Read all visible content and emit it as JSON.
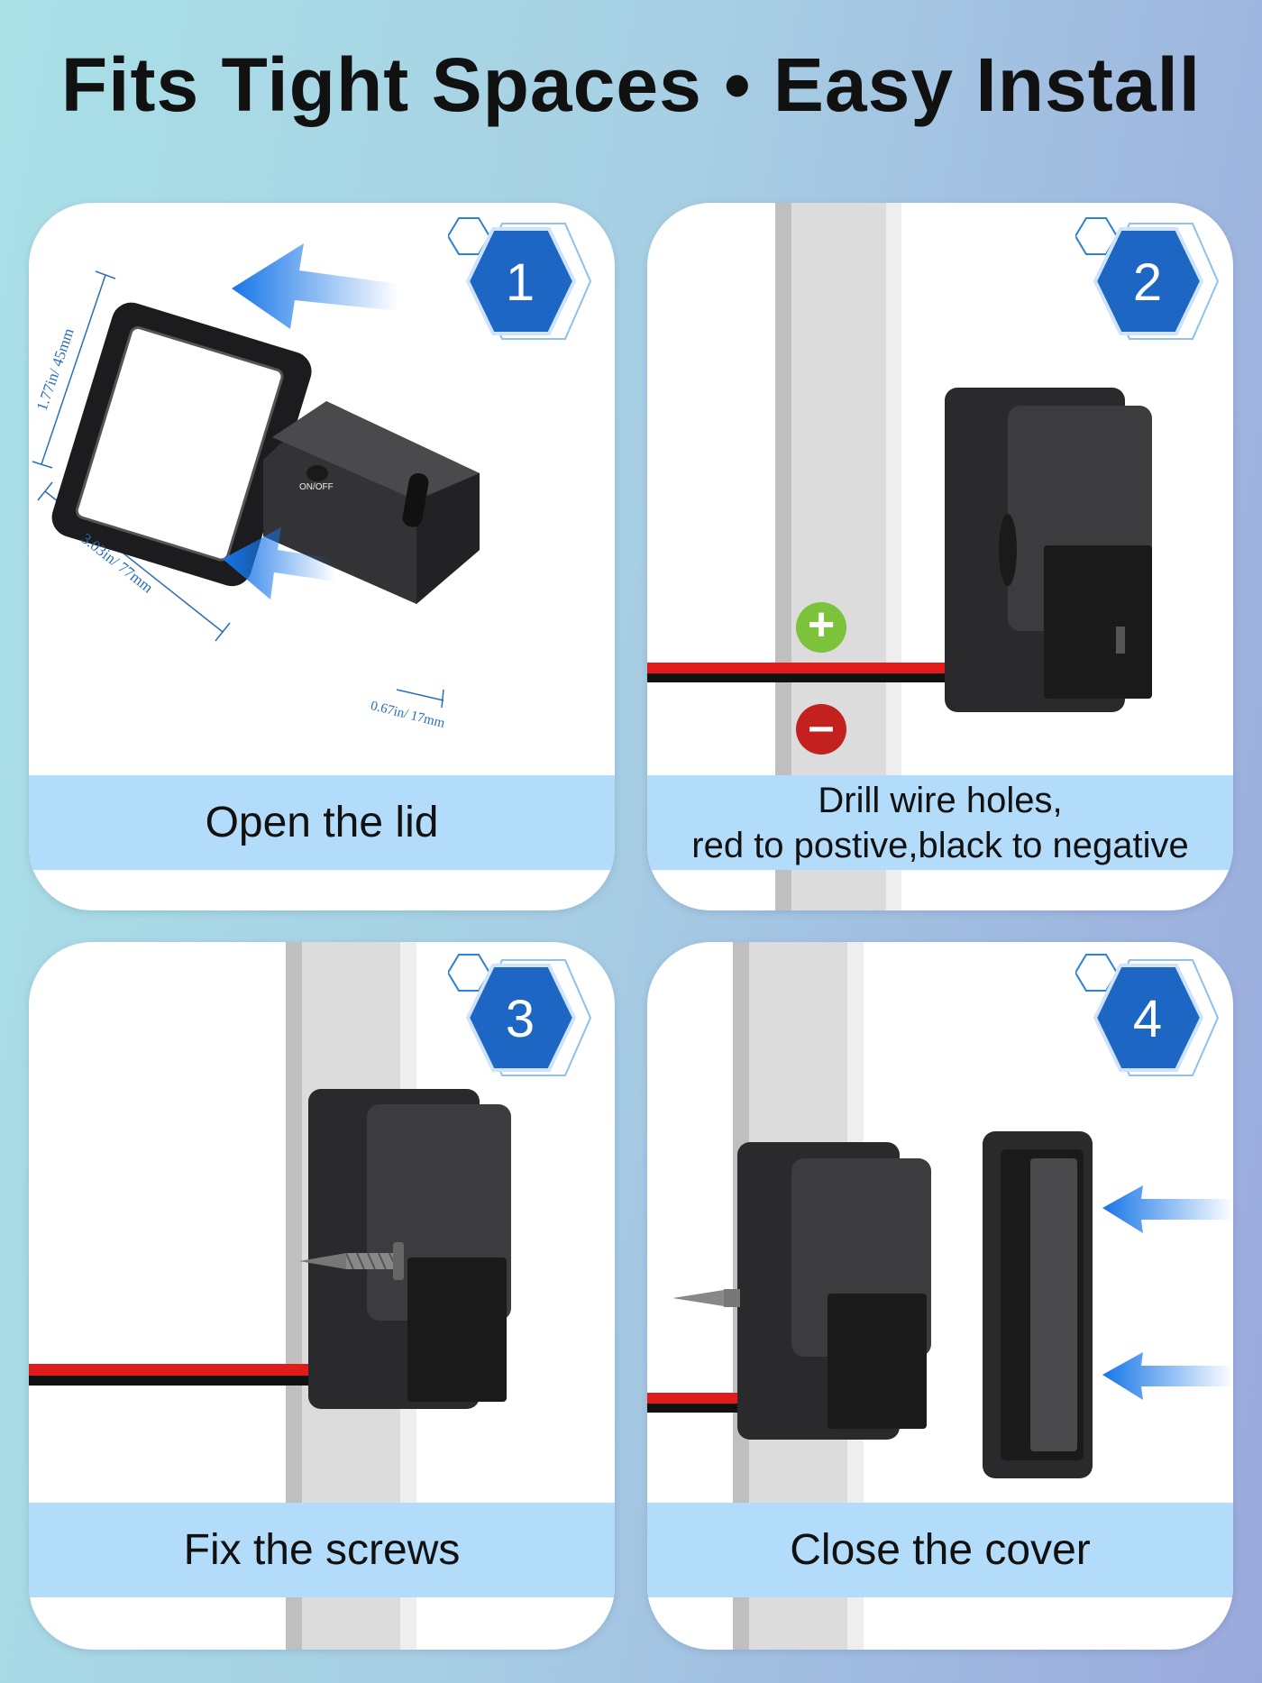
{
  "headline": "Fits Tight Spaces • Easy Install",
  "steps": [
    {
      "number": "1",
      "caption_lines": [
        "Open the lid"
      ],
      "dimensions": {
        "height": "1.77in/ 45mm",
        "width": "3.03in/ 77mm",
        "depth": "0.67in/ 17mm"
      },
      "switch_label": "ON/OFF"
    },
    {
      "number": "2",
      "caption_lines": [
        "Drill wire holes,",
        "red to postive,black to negative"
      ],
      "polarity": {
        "positive": "+",
        "negative": "–"
      }
    },
    {
      "number": "3",
      "caption_lines": [
        "Fix the screws"
      ]
    },
    {
      "number": "4",
      "caption_lines": [
        "Close the cover"
      ]
    }
  ],
  "colors": {
    "badge_blue": "#1d66c4",
    "arrow_blue": "#1676e8",
    "caption_band": "#b3dcfa",
    "wire_red": "#e01b1b",
    "positive_green": "#7cc23a",
    "negative_red": "#c32020",
    "device_black": "#2a2a2c"
  },
  "icons": [
    "hexagon-badge-icon",
    "arrow-left-icon",
    "plus-icon",
    "minus-icon",
    "screw-icon"
  ]
}
